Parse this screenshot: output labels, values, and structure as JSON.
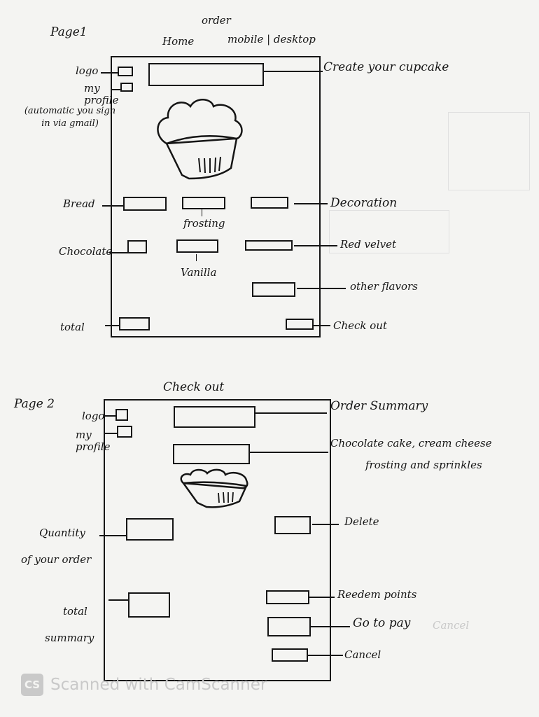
{
  "page1": {
    "page_label": "Page1",
    "nav": {
      "order": "order",
      "home": "Home",
      "mode": "mobile | desktop"
    },
    "labels": {
      "logo": "logo",
      "my_profile": "my profile",
      "profile_note": "(automatic you sign in via gmail)",
      "create_cupcake": "Create your cupcake",
      "bread": "Bread",
      "frosting": "frosting",
      "decoration": "Decoration",
      "chocolate": "Chocolate",
      "vanilla": "Vanilla",
      "red_velvet": "Red velvet",
      "other_flavors": "other flavors",
      "total": "total",
      "check_out": "Check out"
    }
  },
  "page2": {
    "page_label": "Page 2",
    "title": "Check out",
    "labels": {
      "logo": "logo",
      "my_profile": "my profile",
      "order_summary": "Order Summary",
      "order_desc_line1": "Chocolate cake, cream cheese",
      "order_desc_line2": "frosting and sprinkles",
      "quantity_line1": "Quantity",
      "quantity_line2": "of your order",
      "delete": "Delete",
      "total_line1": "total",
      "total_line2": "summary",
      "redeem_points": "Reedem points",
      "go_to_pay": "Go to pay",
      "go_to_pay_faint": "Cancel",
      "cancel": "Cancel"
    }
  },
  "watermark": {
    "badge": "CS",
    "text": "Scanned with CamScanner"
  }
}
